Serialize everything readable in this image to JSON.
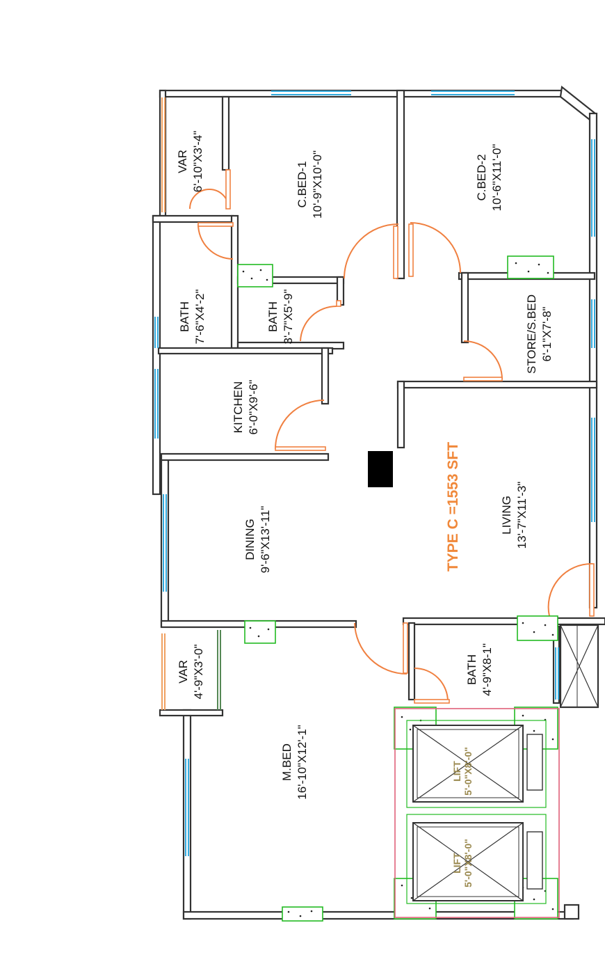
{
  "plan_type_label": "TYPE C =1553 SFT",
  "rooms": {
    "var_top": {
      "name": "VAR",
      "size": "6'-10\"X3'-4\""
    },
    "cbed1": {
      "name": "C.BED-1",
      "size": "10'-9\"X10'-0\""
    },
    "cbed2": {
      "name": "C.BED-2",
      "size": "10'-6\"X11'-0\""
    },
    "bath1": {
      "name": "BATH",
      "size": "7'-6\"X4'-2\""
    },
    "bath2": {
      "name": "BATH",
      "size": "3'-7\"X5'-9\""
    },
    "store": {
      "name": "STORE/S.BED",
      "size": "6'-1\"X7'-8\""
    },
    "kitchen": {
      "name": "KITCHEN",
      "size": "6'-0\"X9'-6\""
    },
    "dining": {
      "name": "DINING",
      "size": "9'-6\"X13'-11\""
    },
    "living": {
      "name": "LIVING",
      "size": "13'-7\"X11'-3\""
    },
    "var_bottom": {
      "name": "VAR",
      "size": "4'-9\"X3'-0\""
    },
    "bath3": {
      "name": "BATH",
      "size": "4'-9\"X8-1\""
    },
    "mbed": {
      "name": "M.BED",
      "size": "16'-10\"X12'-1\""
    },
    "lift1": {
      "name": "LIFT",
      "size": "5'-0\"X8'-0\""
    },
    "lift2": {
      "name": "LIFT",
      "size": "5'-0\"X8'-0\""
    }
  },
  "colors": {
    "wall": "#333333",
    "window": "#33aadd",
    "door": "#f08040",
    "column_outline": "#22bb22",
    "lift_shaft": "#e0607a",
    "type_label": "#f0883a",
    "lift_label": "#9b8a50"
  }
}
